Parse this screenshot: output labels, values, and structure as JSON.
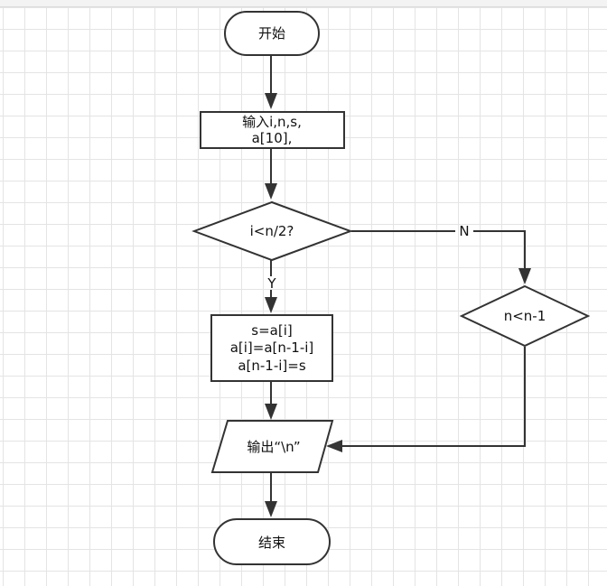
{
  "nodes": {
    "start": "开始",
    "input_line1": "输入i,n,s,",
    "input_line2": "a[10],",
    "cond1": "i<n/2?",
    "swap_line1": "s=a[i]",
    "swap_line2": "a[i]=a[n-1-i]",
    "swap_line3": "a[n-1-i]=s",
    "cond2": "n<n-1",
    "output": "输出“\\n”",
    "end": "结束"
  },
  "edges": {
    "yes_label": "Y",
    "no_label": "N"
  },
  "colors": {
    "stroke": "#333333",
    "grid": "#e4e4e4",
    "background": "#ffffff"
  }
}
